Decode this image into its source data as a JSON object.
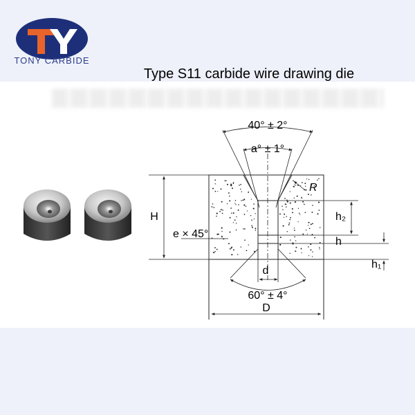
{
  "brand": {
    "logo_text": "TY",
    "name": "TONY CARBIDE",
    "colors": {
      "orange": "#e8642a",
      "navy": "#1e2f7a"
    }
  },
  "title": "Type S11 carbide wire drawing die",
  "diagram": {
    "outer_cone_angle": "40° ± 2°",
    "reduction_angle": "a° ± 1°",
    "exit_cone_angle": "60° ± 4°",
    "radius": "R",
    "chamfer": "e × 45°",
    "height": "H",
    "diameter": "D",
    "bore": "d",
    "h2": "h₂",
    "h": "h",
    "h1": "h₁"
  },
  "photo": {
    "subject": "two carbide die nibs"
  }
}
